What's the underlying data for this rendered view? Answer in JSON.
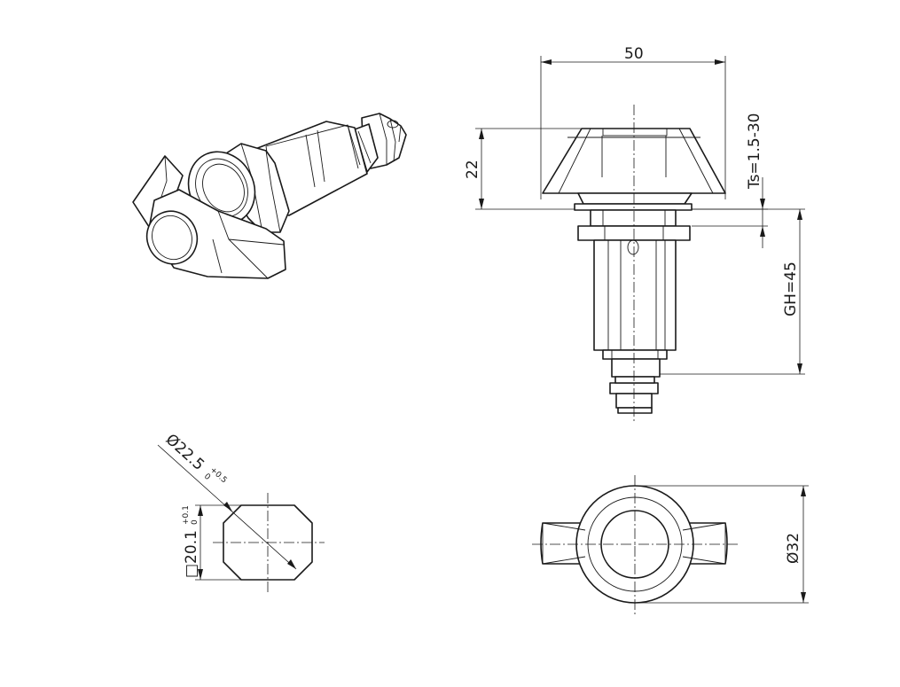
{
  "dimensions": {
    "width": "50",
    "height_knob": "22",
    "ts": "Ts=1.5-30",
    "gh": "GH=45",
    "dia_body": "Ø32",
    "dia_cutout": "Ø22.5",
    "dia_cutout_tol_upper": "+0.5",
    "dia_cutout_tol_lower": "0",
    "square_cutout": "□20.1",
    "square_tol_upper": "+0.1",
    "square_tol_lower": "0"
  }
}
